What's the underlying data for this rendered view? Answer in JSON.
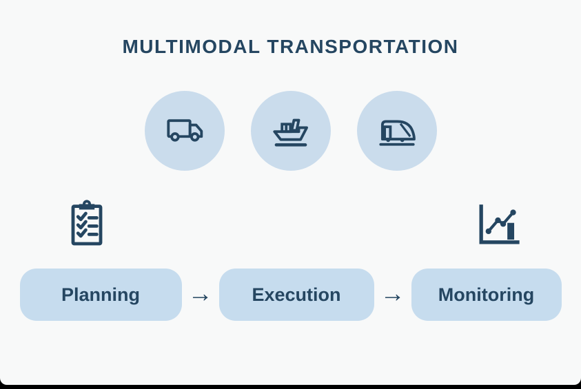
{
  "colors": {
    "background": "#f8f9f9",
    "dark_navy": "#254661",
    "icon_circle_bg": "#cadcec",
    "pill_bg": "#c6dcee",
    "bottom_bar": "#000000"
  },
  "title": "MULTIMODAL TRANSPORTATION",
  "transport_modes": {
    "icons": [
      {
        "name": "truck-icon"
      },
      {
        "name": "ship-icon"
      },
      {
        "name": "train-icon"
      }
    ]
  },
  "side_icons": [
    {
      "name": "checklist-clipboard-icon"
    },
    {
      "name": "line-chart-icon"
    }
  ],
  "process_flow": {
    "steps": [
      {
        "label": "Planning"
      },
      {
        "label": "Execution"
      },
      {
        "label": "Monitoring"
      }
    ],
    "arrow_glyph": "→"
  }
}
